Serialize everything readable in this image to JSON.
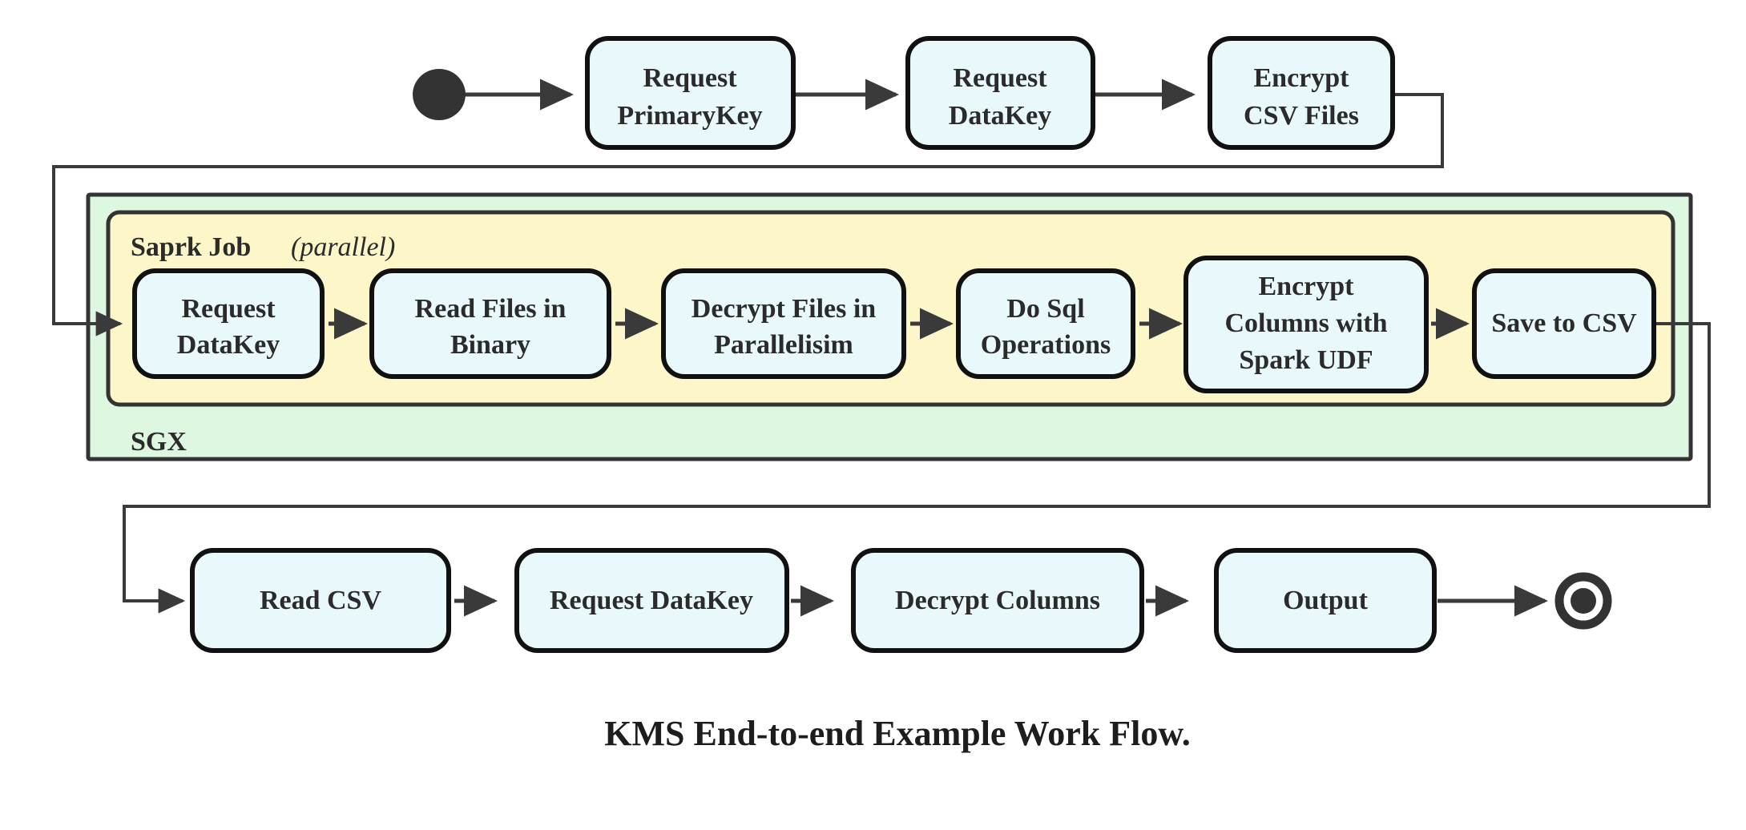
{
  "diagram": {
    "caption": "KMS End-to-end Example Work Flow.",
    "colors": {
      "node_fill": "#e8f8fb",
      "node_stroke": "#111111",
      "sgx_fill": "#ddf7e0",
      "spark_fill": "#fdf6c8",
      "edge": "#3a3a3a",
      "terminal": "#333333"
    },
    "start_node": "start-state",
    "end_node": "final-state",
    "top_row": [
      {
        "id": "request-primarykey",
        "lines": [
          "Request",
          "PrimaryKey"
        ]
      },
      {
        "id": "request-datakey-top",
        "lines": [
          "Request",
          "DataKey"
        ]
      },
      {
        "id": "encrypt-csv-files",
        "lines": [
          "Encrypt",
          "CSV Files"
        ]
      }
    ],
    "sgx_container": {
      "label": "SGX"
    },
    "spark_container": {
      "label_bold": "Saprk Job",
      "label_italic": "(parallel)",
      "label_italic_open": "(",
      "label_italic_word": "parallel",
      "label_italic_close": ")"
    },
    "spark_row": [
      {
        "id": "request-datakey-spark",
        "lines": [
          "Request",
          "DataKey"
        ]
      },
      {
        "id": "read-files-in-binary",
        "lines": [
          "Read Files in",
          "Binary"
        ]
      },
      {
        "id": "decrypt-files-in-parallelisim",
        "lines": [
          "Decrypt Files in",
          "Parallelisim"
        ]
      },
      {
        "id": "do-sql-operations",
        "lines": [
          "Do Sql",
          "Operations"
        ]
      },
      {
        "id": "encrypt-columns-with-spark-udf",
        "lines": [
          "Encrypt",
          "Columns with",
          "Spark UDF"
        ]
      },
      {
        "id": "save-to-csv",
        "lines": [
          "Save to CSV"
        ]
      }
    ],
    "bottom_row": [
      {
        "id": "read-csv",
        "lines": [
          "Read CSV"
        ]
      },
      {
        "id": "request-datakey-bottom",
        "lines": [
          "Request DataKey"
        ]
      },
      {
        "id": "decrypt-columns",
        "lines": [
          "Decrypt Columns"
        ]
      },
      {
        "id": "output",
        "lines": [
          "Output"
        ]
      }
    ]
  }
}
